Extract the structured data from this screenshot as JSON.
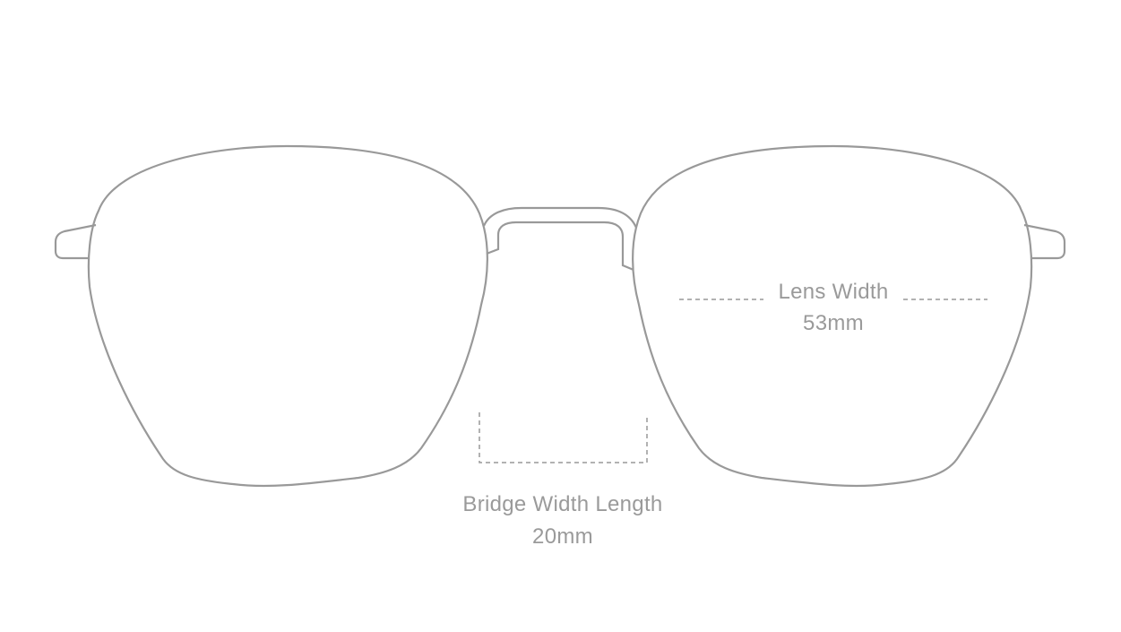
{
  "lens_width": {
    "label": "Lens Width",
    "value": "53mm"
  },
  "bridge_width": {
    "label": "Bridge Width Length",
    "value": "20mm"
  },
  "colors": {
    "outline": "#999999",
    "text": "#9a9a9a"
  }
}
